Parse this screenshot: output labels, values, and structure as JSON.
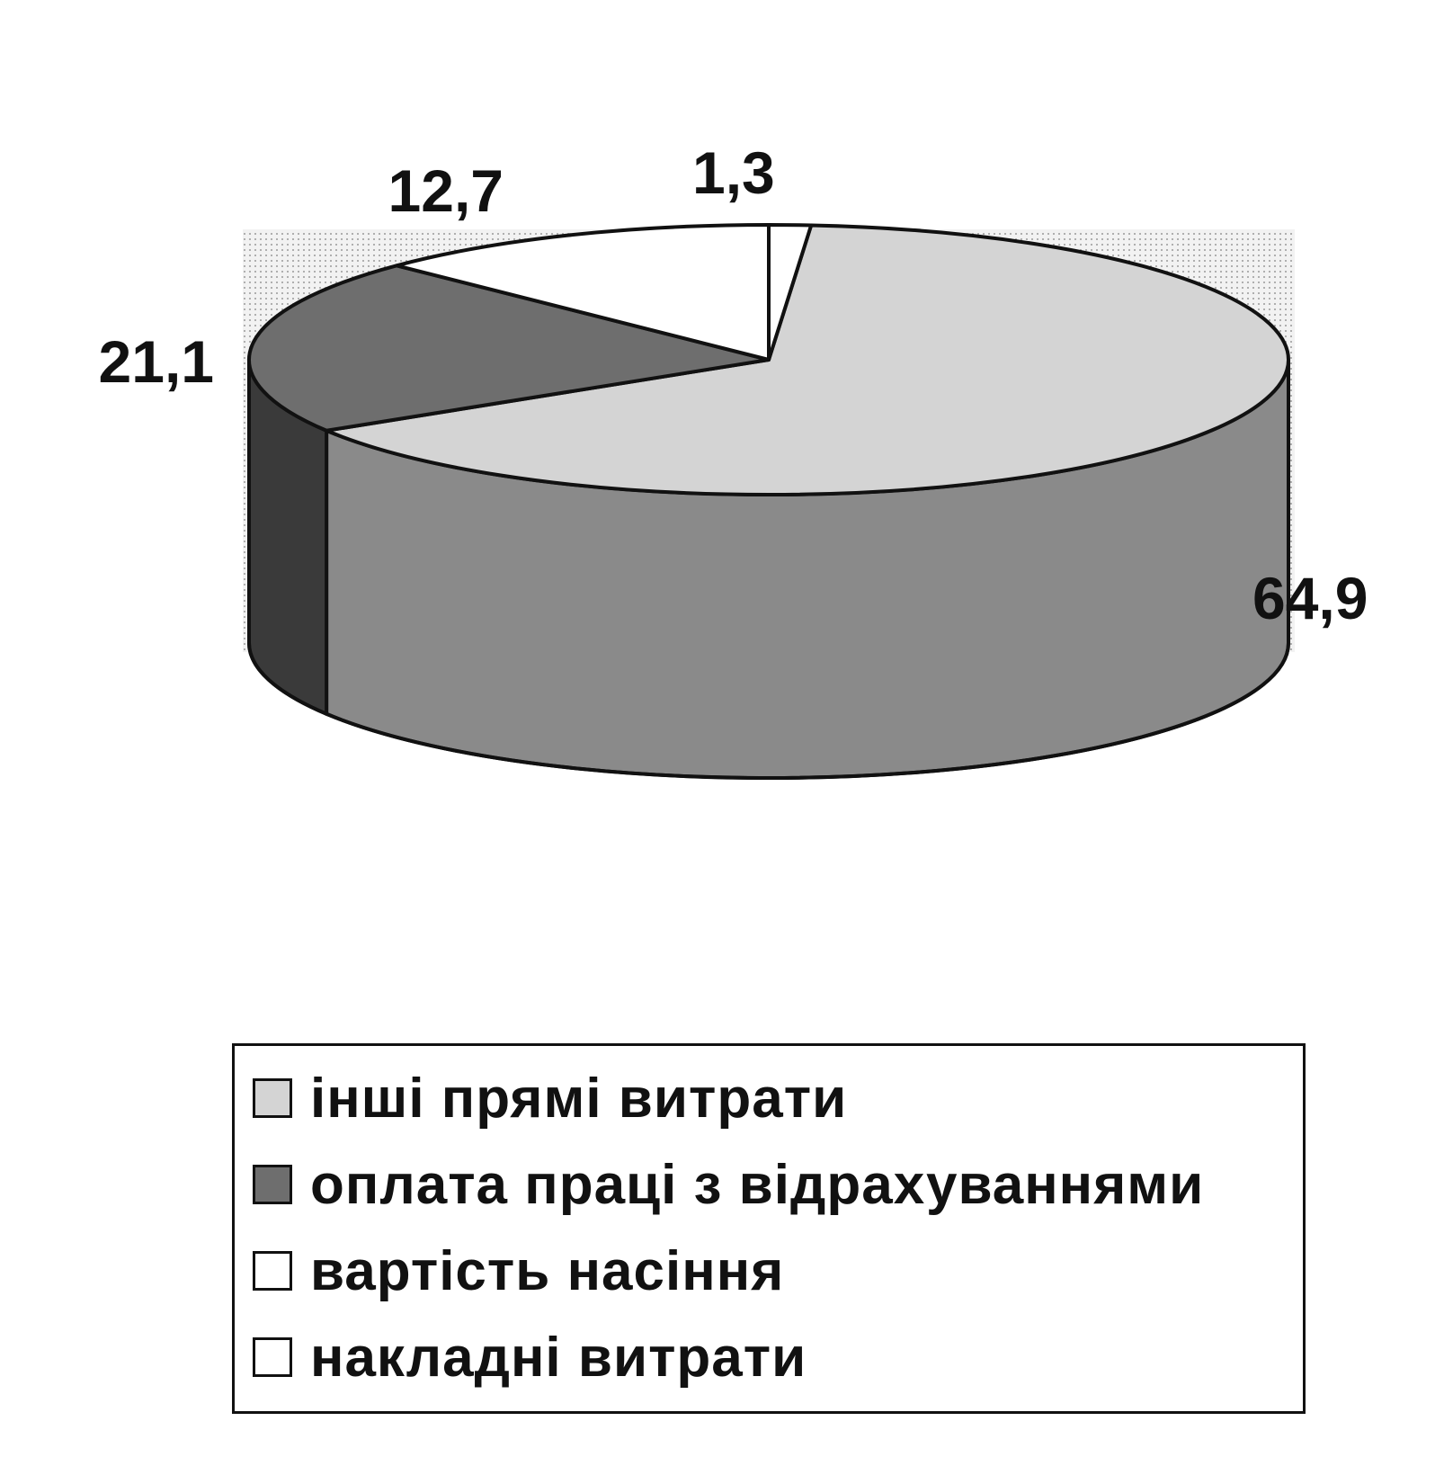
{
  "chart_data": {
    "type": "pie",
    "style": "3d",
    "unit": "",
    "slices": [
      {
        "name": "інші прямі витрати",
        "value": 64.9,
        "label": "64,9",
        "fill": "#d4d4d4",
        "side_fill": "#8a8a8a"
      },
      {
        "name": "оплата праці з відрахуваннями",
        "value": 21.1,
        "label": "21,1",
        "fill": "#6e6e6e",
        "side_fill": "#3a3a3a"
      },
      {
        "name": "вартість насіння",
        "value": 12.7,
        "label": "12,7",
        "fill": "#ffffff",
        "side_fill": "#e6e6e6"
      },
      {
        "name": "накладні витрати",
        "value": 1.3,
        "label": "1,3",
        "fill": "#ffffff",
        "side_fill": "#e6e6e6"
      }
    ],
    "legend_position": "bottom",
    "background_fill": "#e6e6e6"
  }
}
